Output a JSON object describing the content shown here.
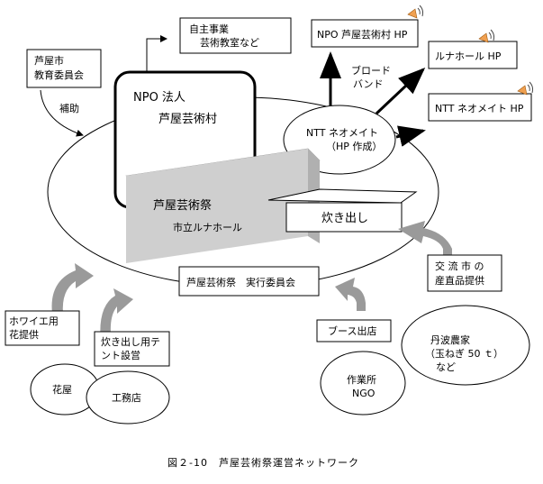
{
  "caption": "図２-10　芦屋芸術祭運営ネットワーク",
  "nodes": {
    "jishu": {
      "line1": "自主事業",
      "line2": "芸術教室など"
    },
    "kyoiku": {
      "line1": "芦屋市",
      "line2": "教育委員会"
    },
    "hojo": "補助",
    "npo": {
      "line1": "NPO 法人",
      "line2": "芦屋芸術村"
    },
    "npo_hp": "NPO 芦屋芸術村 HP",
    "broadband": {
      "line1": "ブロード",
      "line2": "バンド"
    },
    "luna_hp": "ルナホール HP",
    "ntt_hp": "NTT ネオメイト HP",
    "ntt": {
      "line1": "NTT ネオメイト",
      "line2": "（HP 作成）"
    },
    "festival": {
      "line1": "芦屋芸術祭",
      "line2": "市立ルナホール"
    },
    "takidashi": "炊き出し",
    "jikko": "芦屋芸術祭　実行委員会",
    "koryu": {
      "line1": "交 流 市 の",
      "line2": "産直品提供"
    },
    "booth": "ブース出店",
    "tamba": {
      "line1": "丹波農家",
      "line2": "（玉ねぎ 50 ｔ）",
      "line3": "など"
    },
    "sagyosho": {
      "line1": "作業所",
      "line2": "NGO"
    },
    "flower_supply": {
      "line1": "ホワイエ用",
      "line2": "花提供"
    },
    "tent": {
      "line1": "炊き出し用テ",
      "line2": "ント設営"
    },
    "hanaya": "花屋",
    "komuten": "工務店"
  },
  "colors": {
    "box_front": "#cfcfcf",
    "box_top": "#e8e8e8",
    "box_side": "#b0b0b0",
    "arrow_gray": "#9a9a9a",
    "antenna": "#f0a050"
  },
  "icons": [
    "antenna-icon"
  ]
}
